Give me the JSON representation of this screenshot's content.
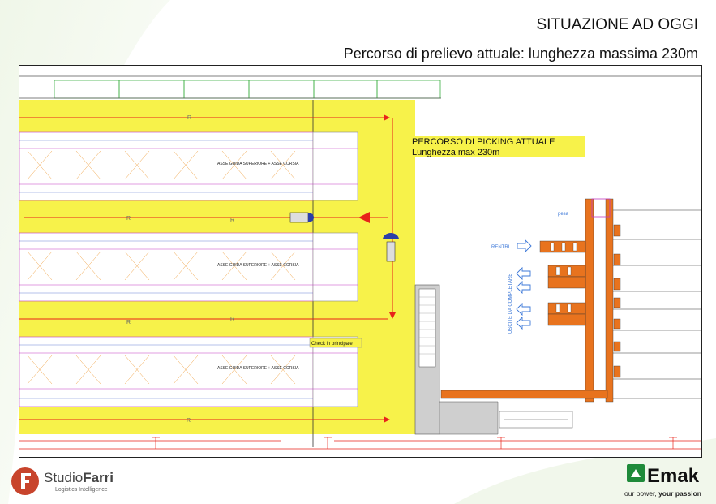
{
  "header": {
    "title": "SITUAZIONE AD OGGI",
    "subtitle": "Percorso di prelievo attuale: lunghezza massima 230m"
  },
  "plan": {
    "callout_title": "PERCORSO DI PICKING ATTUALE",
    "callout_subtitle": "Lunghezza max 230m",
    "aisle_label": "ASSE GUIDA SUPERIORE + ASSE CORSIA",
    "return_marker": "R",
    "check_in_label": "Check in principale",
    "scale_label": "pesa",
    "returns_label": "RENTRI",
    "outbound_label": "USCITE DA COMPLETARE"
  },
  "colors": {
    "floor_yellow": "#f7f24a",
    "route_red": "#e8231a",
    "conveyor_orange": "#e8731e",
    "rack_purple": "#c23cc2",
    "label_blue": "#3c78d8"
  },
  "footer": {
    "left_brand": "StudioFarri",
    "left_brand_bold": "Farri",
    "left_brand_light": "Studio",
    "left_tagline": "Logistics Intelligence",
    "right_brand": "Emak",
    "right_tagline_part1": "our power, ",
    "right_tagline_part2": "your passion"
  }
}
